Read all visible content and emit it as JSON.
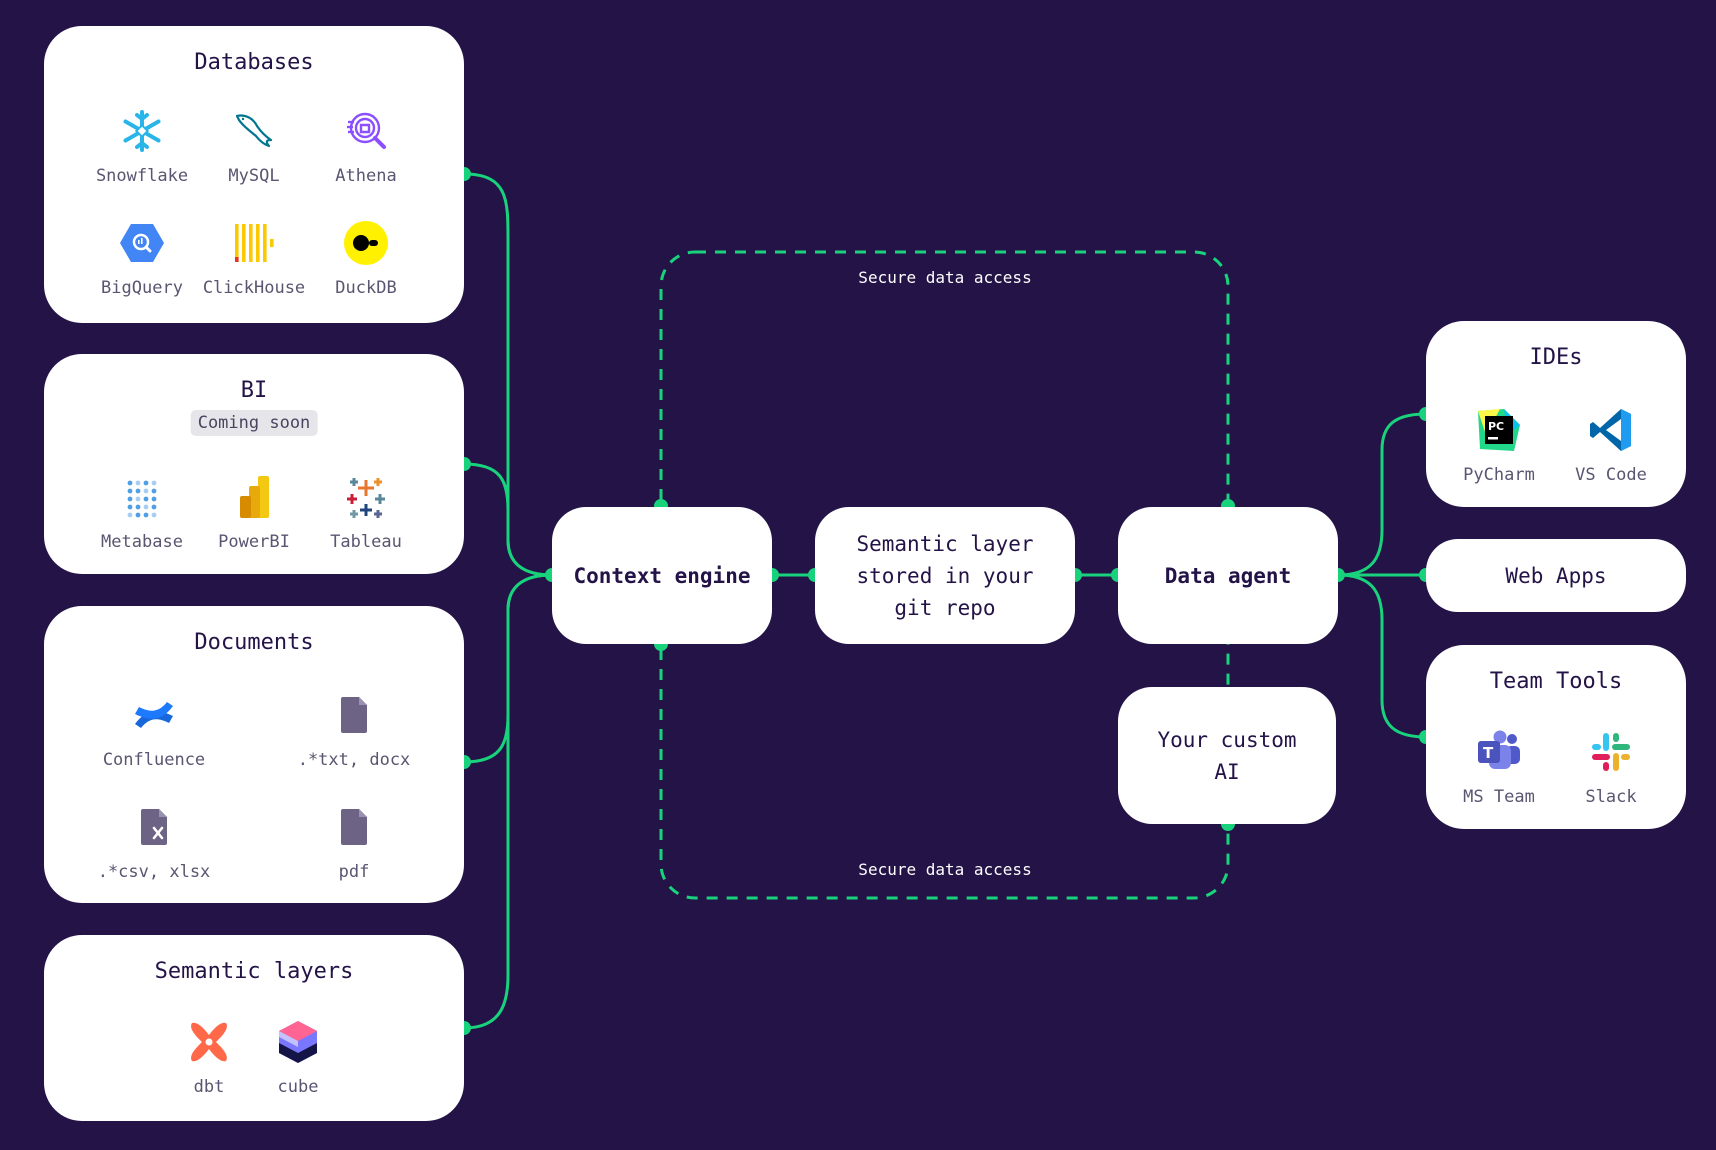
{
  "colors": {
    "background": "#231347",
    "card": "#ffffff",
    "connector": "#19d37c",
    "text": "#231347",
    "label": "#5a5570"
  },
  "databases": {
    "title": "Databases",
    "items": [
      {
        "label": "Snowflake",
        "icon": "snowflake-icon"
      },
      {
        "label": "MySQL",
        "icon": "mysql-dolphin-icon"
      },
      {
        "label": "Athena",
        "icon": "athena-icon"
      },
      {
        "label": "BigQuery",
        "icon": "bigquery-icon"
      },
      {
        "label": "ClickHouse",
        "icon": "clickhouse-icon"
      },
      {
        "label": "DuckDB",
        "icon": "duckdb-icon"
      }
    ]
  },
  "bi": {
    "title": "BI",
    "badge": "Coming soon",
    "items": [
      {
        "label": "Metabase",
        "icon": "metabase-icon"
      },
      {
        "label": "PowerBI",
        "icon": "powerbi-icon"
      },
      {
        "label": "Tableau",
        "icon": "tableau-icon"
      }
    ]
  },
  "documents": {
    "title": "Documents",
    "items": [
      {
        "label": "Confluence",
        "icon": "confluence-icon"
      },
      {
        "label": ".*txt, docx",
        "icon": "file-icon"
      },
      {
        "label": ".*csv, xlsx",
        "icon": "spreadsheet-file-icon"
      },
      {
        "label": "pdf",
        "icon": "file-icon"
      }
    ]
  },
  "semantic_layers": {
    "title": "Semantic layers",
    "items": [
      {
        "label": "dbt",
        "icon": "dbt-icon"
      },
      {
        "label": "cube",
        "icon": "cube-icon"
      }
    ]
  },
  "flow": {
    "context_engine": "Context engine",
    "semantic_layer_line1": "Semantic layer",
    "semantic_layer_line2": "stored in your",
    "semantic_layer_line3": "git repo",
    "data_agent": "Data agent",
    "custom_ai_line1": "Your custom",
    "custom_ai_line2": "AI",
    "secure_top": "Secure data access",
    "secure_bottom": "Secure data access"
  },
  "ides": {
    "title": "IDEs",
    "items": [
      {
        "label": "PyCharm",
        "icon": "pycharm-icon"
      },
      {
        "label": "VS Code",
        "icon": "vscode-icon"
      }
    ]
  },
  "web_apps": {
    "title": "Web Apps"
  },
  "team_tools": {
    "title": "Team Tools",
    "items": [
      {
        "label": "MS Team",
        "icon": "ms-teams-icon"
      },
      {
        "label": "Slack",
        "icon": "slack-icon"
      }
    ]
  }
}
